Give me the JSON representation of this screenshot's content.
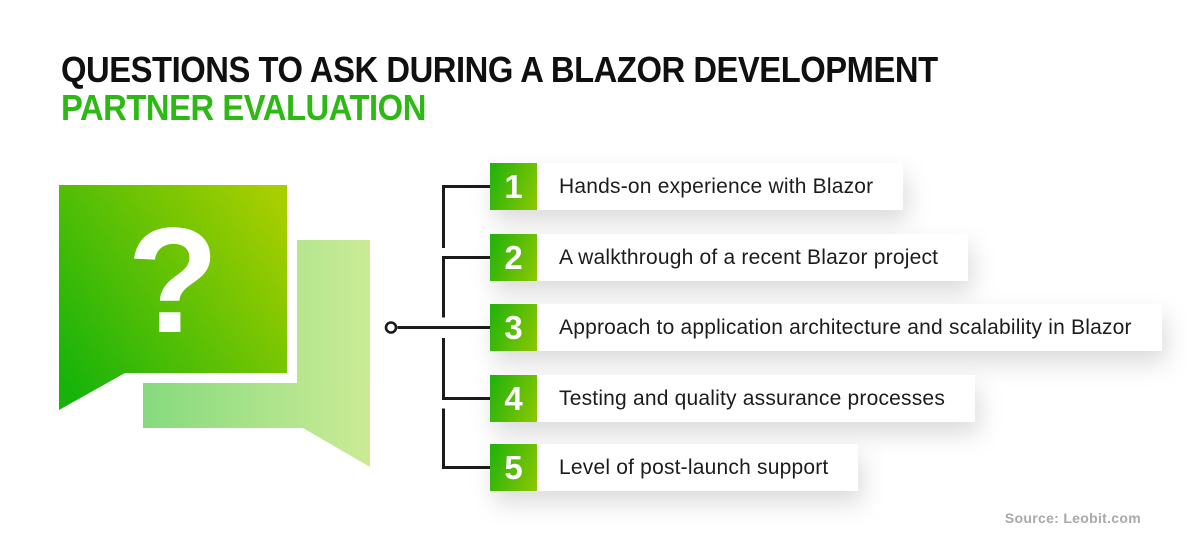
{
  "title": {
    "line1": "QUESTIONS TO ASK DURING A BLAZOR DEVELOPMENT",
    "line2": "PARTNER EVALUATION"
  },
  "icon": {
    "name": "question-speech-bubbles-icon",
    "glyph": "?"
  },
  "items": [
    {
      "number": "1",
      "label": "Hands-on experience with Blazor"
    },
    {
      "number": "2",
      "label": "A walkthrough of a recent Blazor project"
    },
    {
      "number": "3",
      "label": "Approach to application architecture and scalability in Blazor"
    },
    {
      "number": "4",
      "label": "Testing and quality assurance processes"
    },
    {
      "number": "5",
      "label": "Level of post-launch support"
    }
  ],
  "source": {
    "text": "Source: Leobit.com"
  },
  "colors": {
    "title_black": "#101010",
    "title_green": "#2db914",
    "bubble_green_start": "#17b30a",
    "bubble_green_end": "#a6ce00",
    "bubble_light_start": "#86da7e",
    "bubble_light_end": "#cbeb96",
    "badge_gradient_start": "#1eb10c",
    "badge_gradient_end": "#8dc802",
    "connector_black": "#1b1b1b",
    "source_gray": "#a9a9a9"
  }
}
